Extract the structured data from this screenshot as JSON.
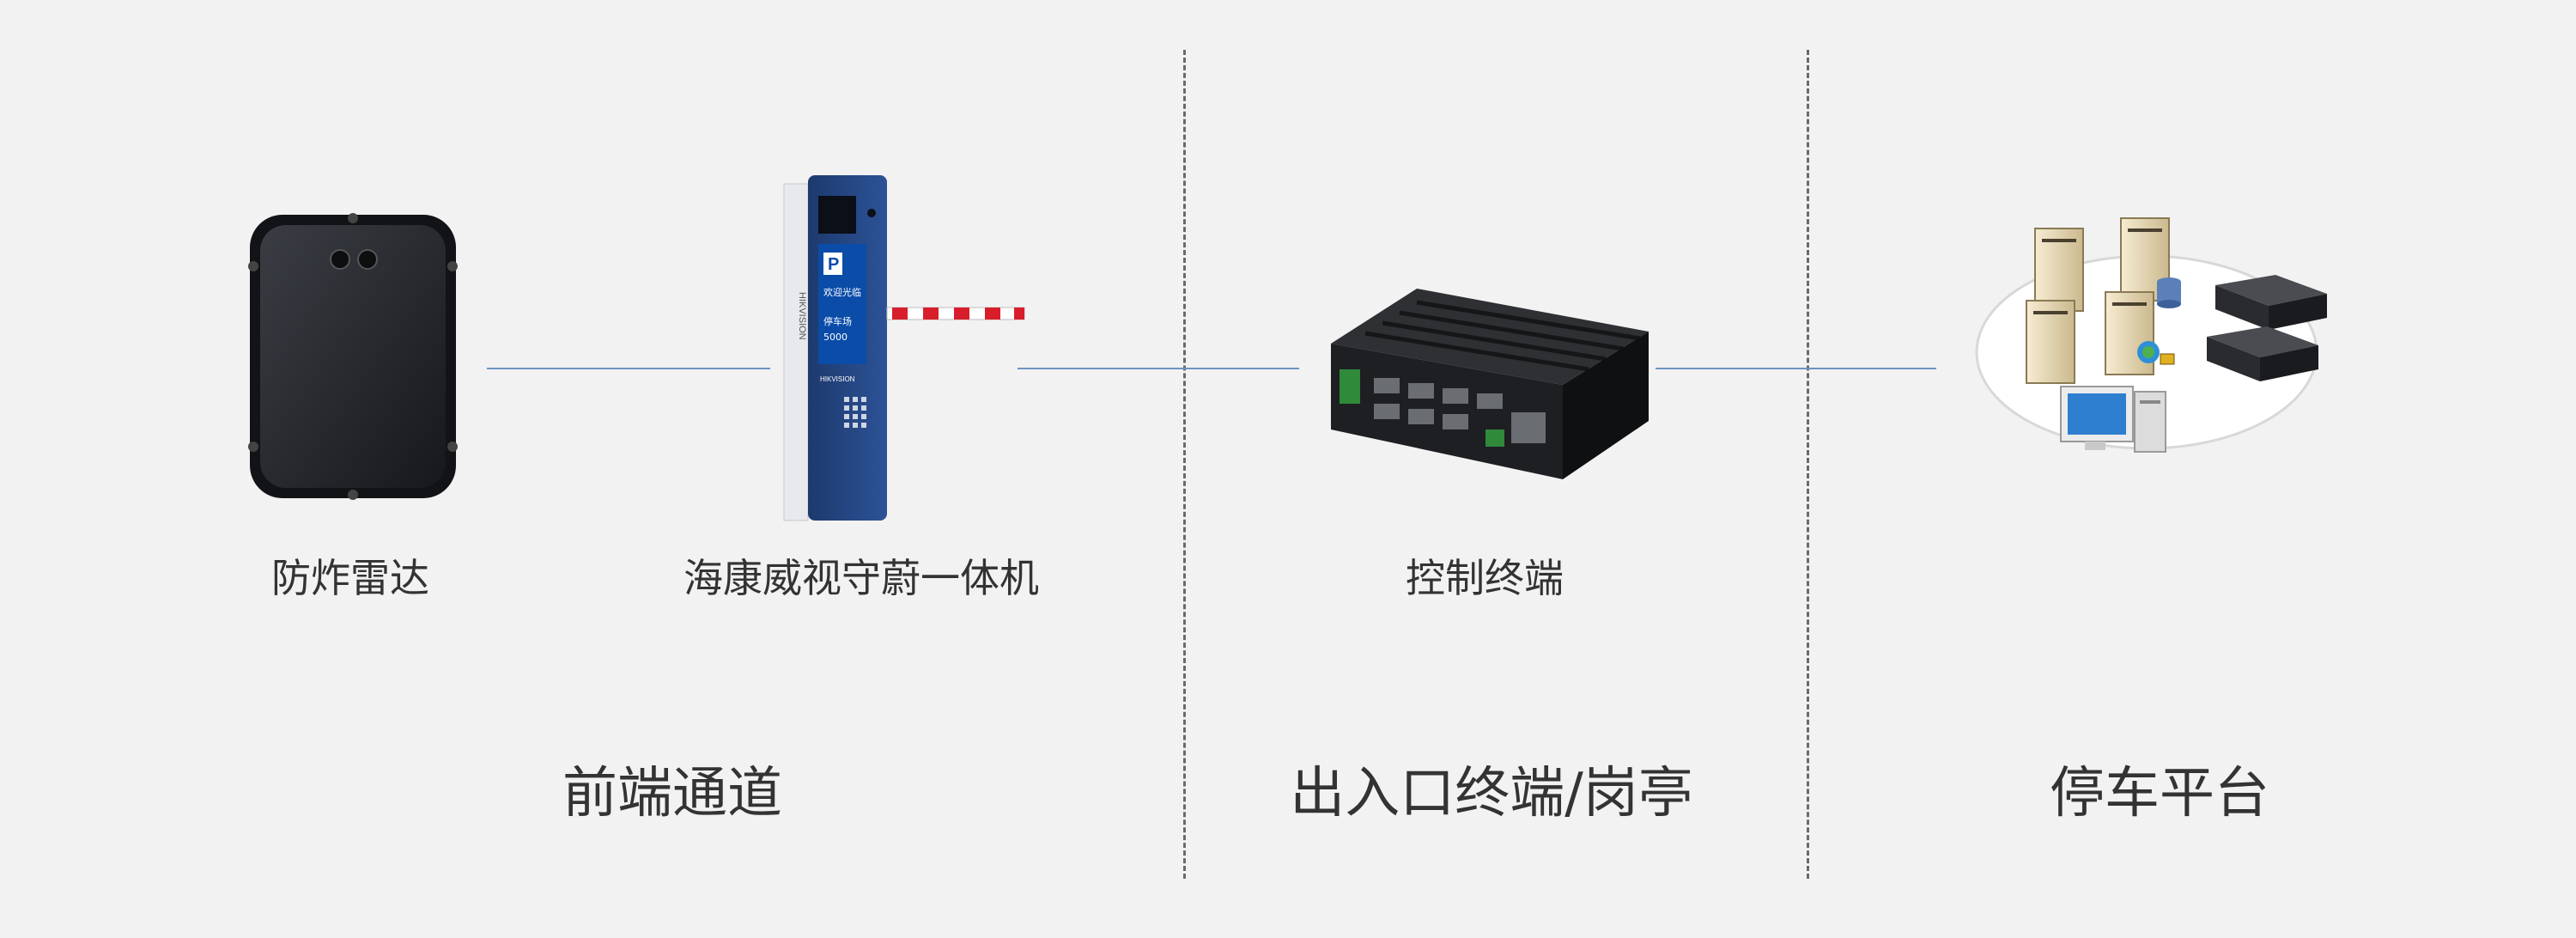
{
  "devices": {
    "radar": {
      "label": "防炸雷达"
    },
    "kiosk": {
      "label": "海康威视守蔚一体机",
      "brand": "HIKVISION",
      "screen_icon": "P",
      "screen_line1": "欢迎光临",
      "screen_line2": "停车场",
      "screen_number": "5000"
    },
    "controller": {
      "label": "控制终端"
    },
    "platform": {
      "label": "停车平台"
    }
  },
  "sections": {
    "front": "前端通道",
    "exit": "出入口终端/岗亭",
    "platform": "停车平台"
  },
  "colors": {
    "connector": "#6b93c4",
    "divider": "#6a6a6a",
    "background": "#f2f2f2"
  }
}
